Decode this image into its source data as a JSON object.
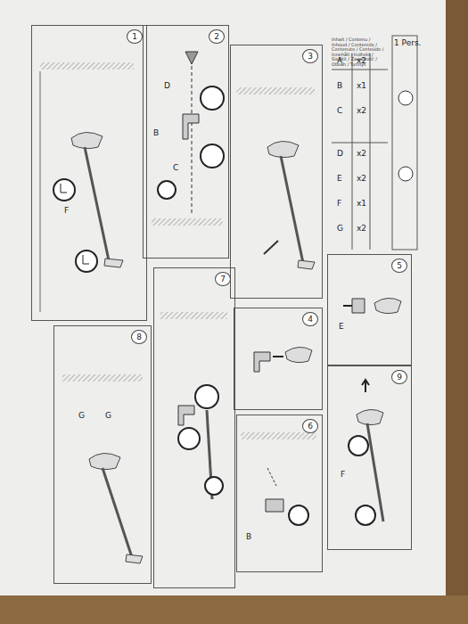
{
  "diagram": {
    "nodes": [
      {
        "text": [
          "1"
        ]
      },
      {
        "text": [
          "2"
        ]
      },
      {
        "text": [
          "3"
        ]
      },
      {
        "text": [
          "8"
        ]
      },
      {
        "text": [
          "7"
        ]
      },
      {
        "text": [
          "4"
        ]
      },
      {
        "text": [
          "6"
        ]
      },
      {
        "text": [
          "5"
        ]
      },
      {
        "text": [
          "9"
        ]
      }
    ],
    "labels": [
      "F",
      "D",
      "B",
      "C",
      "Inhalt / Contenu / Inhoud / Contenido / Contenuto / Conteúdo / Innehåll / Indhold / Sisältö / Zawartość / Obsah / Turinys",
      "A",
      "x2",
      "B",
      "x1",
      "C",
      "x2",
      "D",
      "x2",
      "E",
      "x2",
      "F",
      "x1",
      "G",
      "x2",
      "1 Pers.",
      "G",
      "G",
      "B",
      "E",
      "F"
    ]
  }
}
